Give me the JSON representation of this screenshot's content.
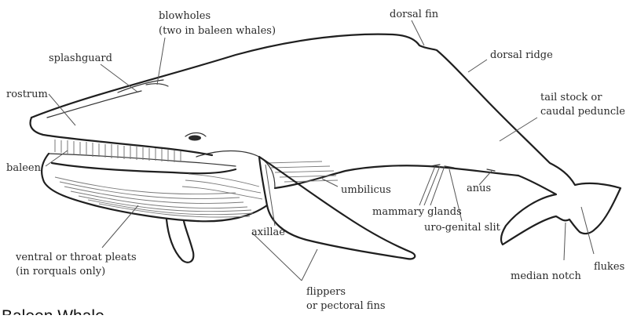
{
  "diagram": {
    "caption": "Baleen Whale",
    "labels": {
      "blowholes": "blowholes",
      "blowholes_note": "(two in baleen whales)",
      "dorsal_fin": "dorsal fin",
      "splashguard": "splashguard",
      "dorsal_ridge": "dorsal  ridge",
      "rostrum": "rostrum",
      "tail_stock": "tail stock or",
      "caudal_peduncle": "caudal peduncle",
      "baleen": "baleen",
      "umbilicus": "umbilicus",
      "anus": "anus",
      "mammary_glands": "mammary glands",
      "axillae": "axillae",
      "uro_genital_slit": "uro-genital slit",
      "ventral_pleats": "ventral or throat pleats",
      "ventral_pleats_note": "(in rorquals only)",
      "median_notch": "median notch",
      "flukes": "flukes",
      "flippers": "flippers",
      "pectoral_fins": "or pectoral fins"
    }
  }
}
